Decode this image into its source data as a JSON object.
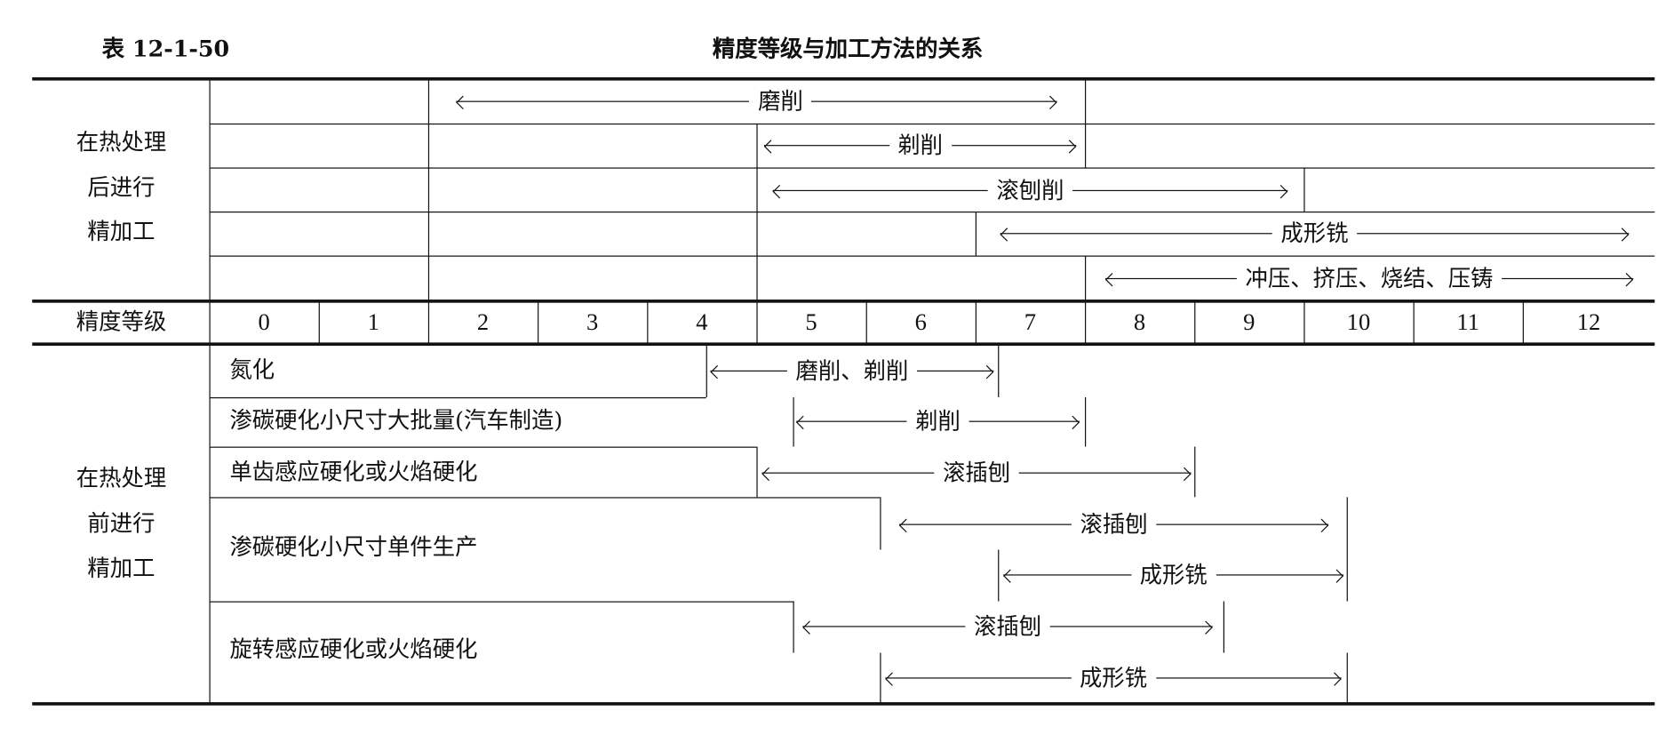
{
  "table_number": "表 12-1-50",
  "title": "精度等级与加工方法的关系",
  "after_heat_treatment_label": [
    "在热处理",
    "后进行",
    "精加工"
  ],
  "before_heat_treatment_label": [
    "在热处理",
    "前进行",
    "精加工"
  ],
  "grade_header": "精度等级",
  "grades": [
    "0",
    "1",
    "2",
    "3",
    "4",
    "5",
    "6",
    "7",
    "8",
    "9",
    "10",
    "11",
    "12"
  ],
  "after_methods": [
    "磨削",
    "剃削",
    "滚刨削",
    "成形铣",
    "冲压、挤压、烧结、压铸"
  ],
  "before_rows": [
    {
      "treatment": "氮化",
      "methods": [
        "磨削、剃削"
      ]
    },
    {
      "treatment": "渗碳硬化小尺寸大批量(汽车制造)",
      "methods": [
        "剃削"
      ]
    },
    {
      "treatment": "单齿感应硬化或火焰硬化",
      "methods": [
        "滚插刨"
      ]
    },
    {
      "treatment": "渗碳硬化小尺寸单件生产",
      "methods": [
        "滚插刨",
        "成形铣"
      ]
    },
    {
      "treatment": "旋转感应硬化或火焰硬化",
      "methods": [
        "滚插刨",
        "成形铣"
      ]
    }
  ]
}
